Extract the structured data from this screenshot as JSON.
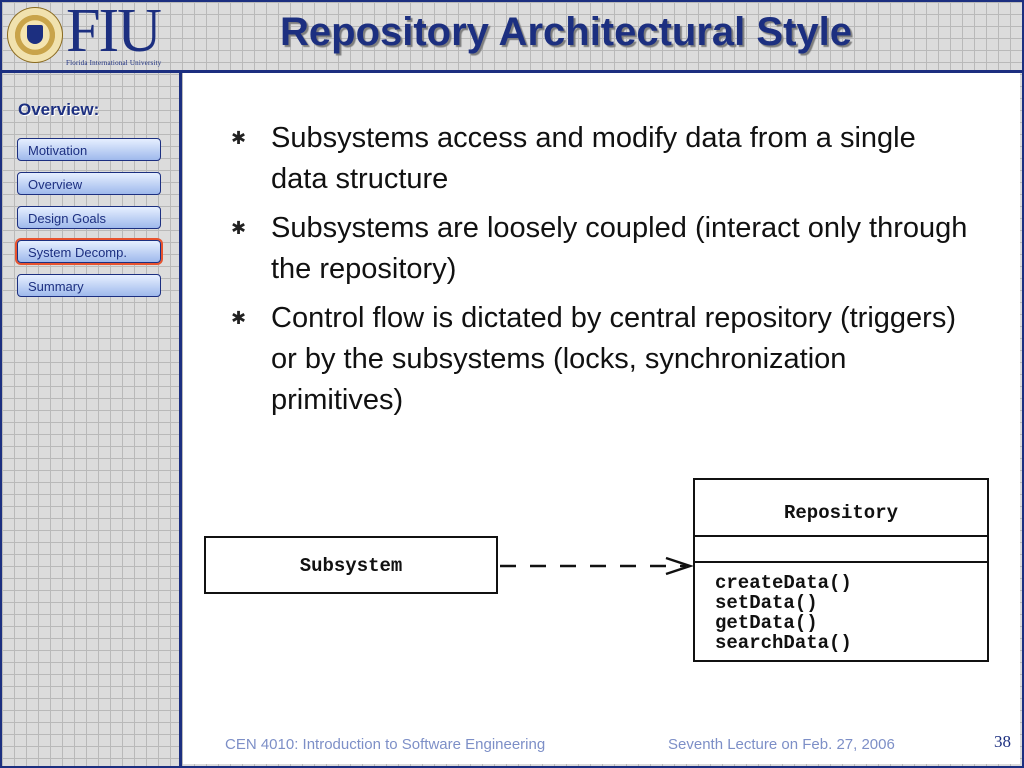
{
  "header": {
    "logo_text": "FIU",
    "logo_subtitle": "Florida International University",
    "title": "Repository Architectural Style"
  },
  "sidebar": {
    "heading": "Overview:",
    "items": [
      {
        "label": "Motivation",
        "active": false
      },
      {
        "label": "Overview",
        "active": false
      },
      {
        "label": "Design Goals",
        "active": false
      },
      {
        "label": "System Decomp.",
        "active": true
      },
      {
        "label": "Summary",
        "active": false
      }
    ]
  },
  "content": {
    "bullets": [
      "Subsystems access and modify data from a single data structure",
      "Subsystems are loosely coupled (interact only through the repository)",
      "Control flow is dictated by central repository (triggers) or by the subsystems (locks, synchronization primitives)"
    ]
  },
  "diagram": {
    "subsystem_label": "Subsystem",
    "repository_label": "Repository",
    "methods": [
      "createData()",
      "setData()",
      "getData()",
      "searchData()"
    ]
  },
  "footer": {
    "course": "CEN 4010: Introduction to Software Engineering",
    "lecture": "Seventh Lecture  on Feb. 27, 2006",
    "page": "38"
  },
  "colors": {
    "brand_navy": "#1c2f80",
    "active_outline": "#e8532e",
    "footer_text": "#7d8fc7"
  }
}
